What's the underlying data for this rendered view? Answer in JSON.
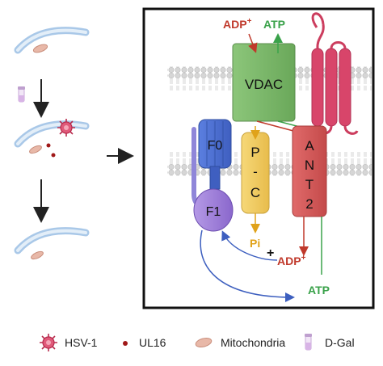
{
  "figure": {
    "labels": {
      "adp_top": "ADP",
      "adp_top_sup": "+",
      "atp_top": "ATP",
      "vdac": "VDAC",
      "f0": "F0",
      "f1": "F1",
      "pc_p": "P",
      "pc_dash": "-",
      "pc_c": "C",
      "ant_a": "A",
      "ant_n": "N",
      "ant_t": "T",
      "ant_2": "2",
      "pi": "Pi",
      "plus": "+",
      "adp_bottom": "ADP",
      "adp_bottom_sup": "+",
      "atp_bottom": "ATP"
    }
  },
  "legend": {
    "items": [
      {
        "icon": "virus-icon",
        "label": "HSV-1"
      },
      {
        "icon": "dot-icon",
        "label": "UL16"
      },
      {
        "icon": "mitochondria-icon",
        "label": "Mitochondria"
      },
      {
        "icon": "vial-icon",
        "label": "D-Gal"
      }
    ]
  },
  "colors": {
    "adp": "#c0392b",
    "atp": "#3aa24a",
    "pi": "#e0a21a",
    "vdac": "#7cb96a",
    "ant2": "#d45a5a",
    "pc": "#f1cd63",
    "f0": "#4a6fd0",
    "f1": "#9b7ad6",
    "membrane_head": "#d9d9d9",
    "box_border": "#111111",
    "virus": "#b82c4e"
  }
}
